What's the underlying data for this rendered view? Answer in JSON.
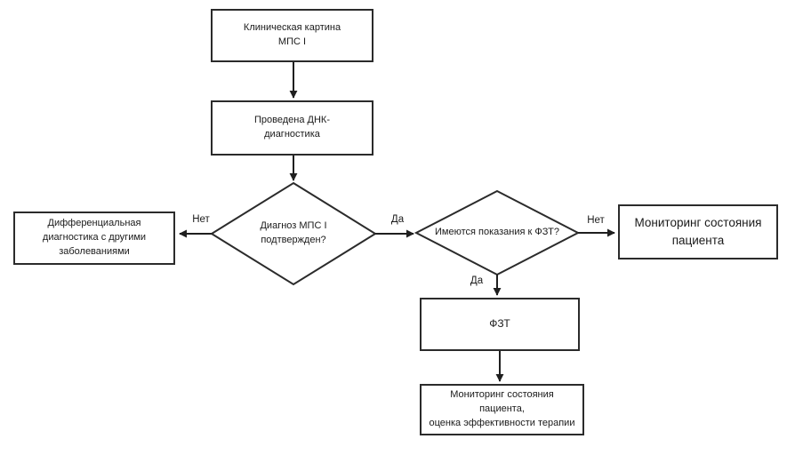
{
  "diagram": {
    "type": "flowchart",
    "language": "ru",
    "colors": {
      "background": "#ffffff",
      "shape_border": "#2b2b2b",
      "connector": "#1f1f1f",
      "text": "#1a1a1a"
    },
    "nodes": {
      "clinical_picture": {
        "shape": "rectangle",
        "label": "Клиническая картина\nМПС I"
      },
      "dna_diagnostics": {
        "shape": "rectangle",
        "label": "Проведена ДНК-\nдиагностика"
      },
      "diagnosis_confirmed": {
        "shape": "diamond",
        "label": "Диагноз МПС I\nподтвержден?"
      },
      "differential_diagnostics": {
        "shape": "rectangle",
        "label": "Дифференциальная\nдиагностика с другими\nзаболеваниями"
      },
      "ert_indications": {
        "shape": "diamond",
        "label": "Имеются показания к ФЗТ?"
      },
      "patient_monitoring": {
        "shape": "rectangle",
        "label": "Мониторинг состояния\nпациента"
      },
      "ert": {
        "shape": "rectangle",
        "label": "ФЗТ"
      },
      "monitoring_evaluation": {
        "shape": "rectangle",
        "label": "Мониторинг состояния пациента,\nоценка эффективности терапии"
      }
    },
    "edge_labels": {
      "diagnosis_no": "Нет",
      "diagnosis_yes": "Да",
      "ert_no": "Нет",
      "ert_yes": "Да"
    },
    "edges": [
      {
        "from": "clinical_picture",
        "to": "dna_diagnostics",
        "label": ""
      },
      {
        "from": "dna_diagnostics",
        "to": "diagnosis_confirmed",
        "label": ""
      },
      {
        "from": "diagnosis_confirmed",
        "to": "differential_diagnostics",
        "label": "Нет"
      },
      {
        "from": "diagnosis_confirmed",
        "to": "ert_indications",
        "label": "Да"
      },
      {
        "from": "ert_indications",
        "to": "patient_monitoring",
        "label": "Нет"
      },
      {
        "from": "ert_indications",
        "to": "ert",
        "label": "Да"
      },
      {
        "from": "ert",
        "to": "monitoring_evaluation",
        "label": ""
      }
    ]
  }
}
